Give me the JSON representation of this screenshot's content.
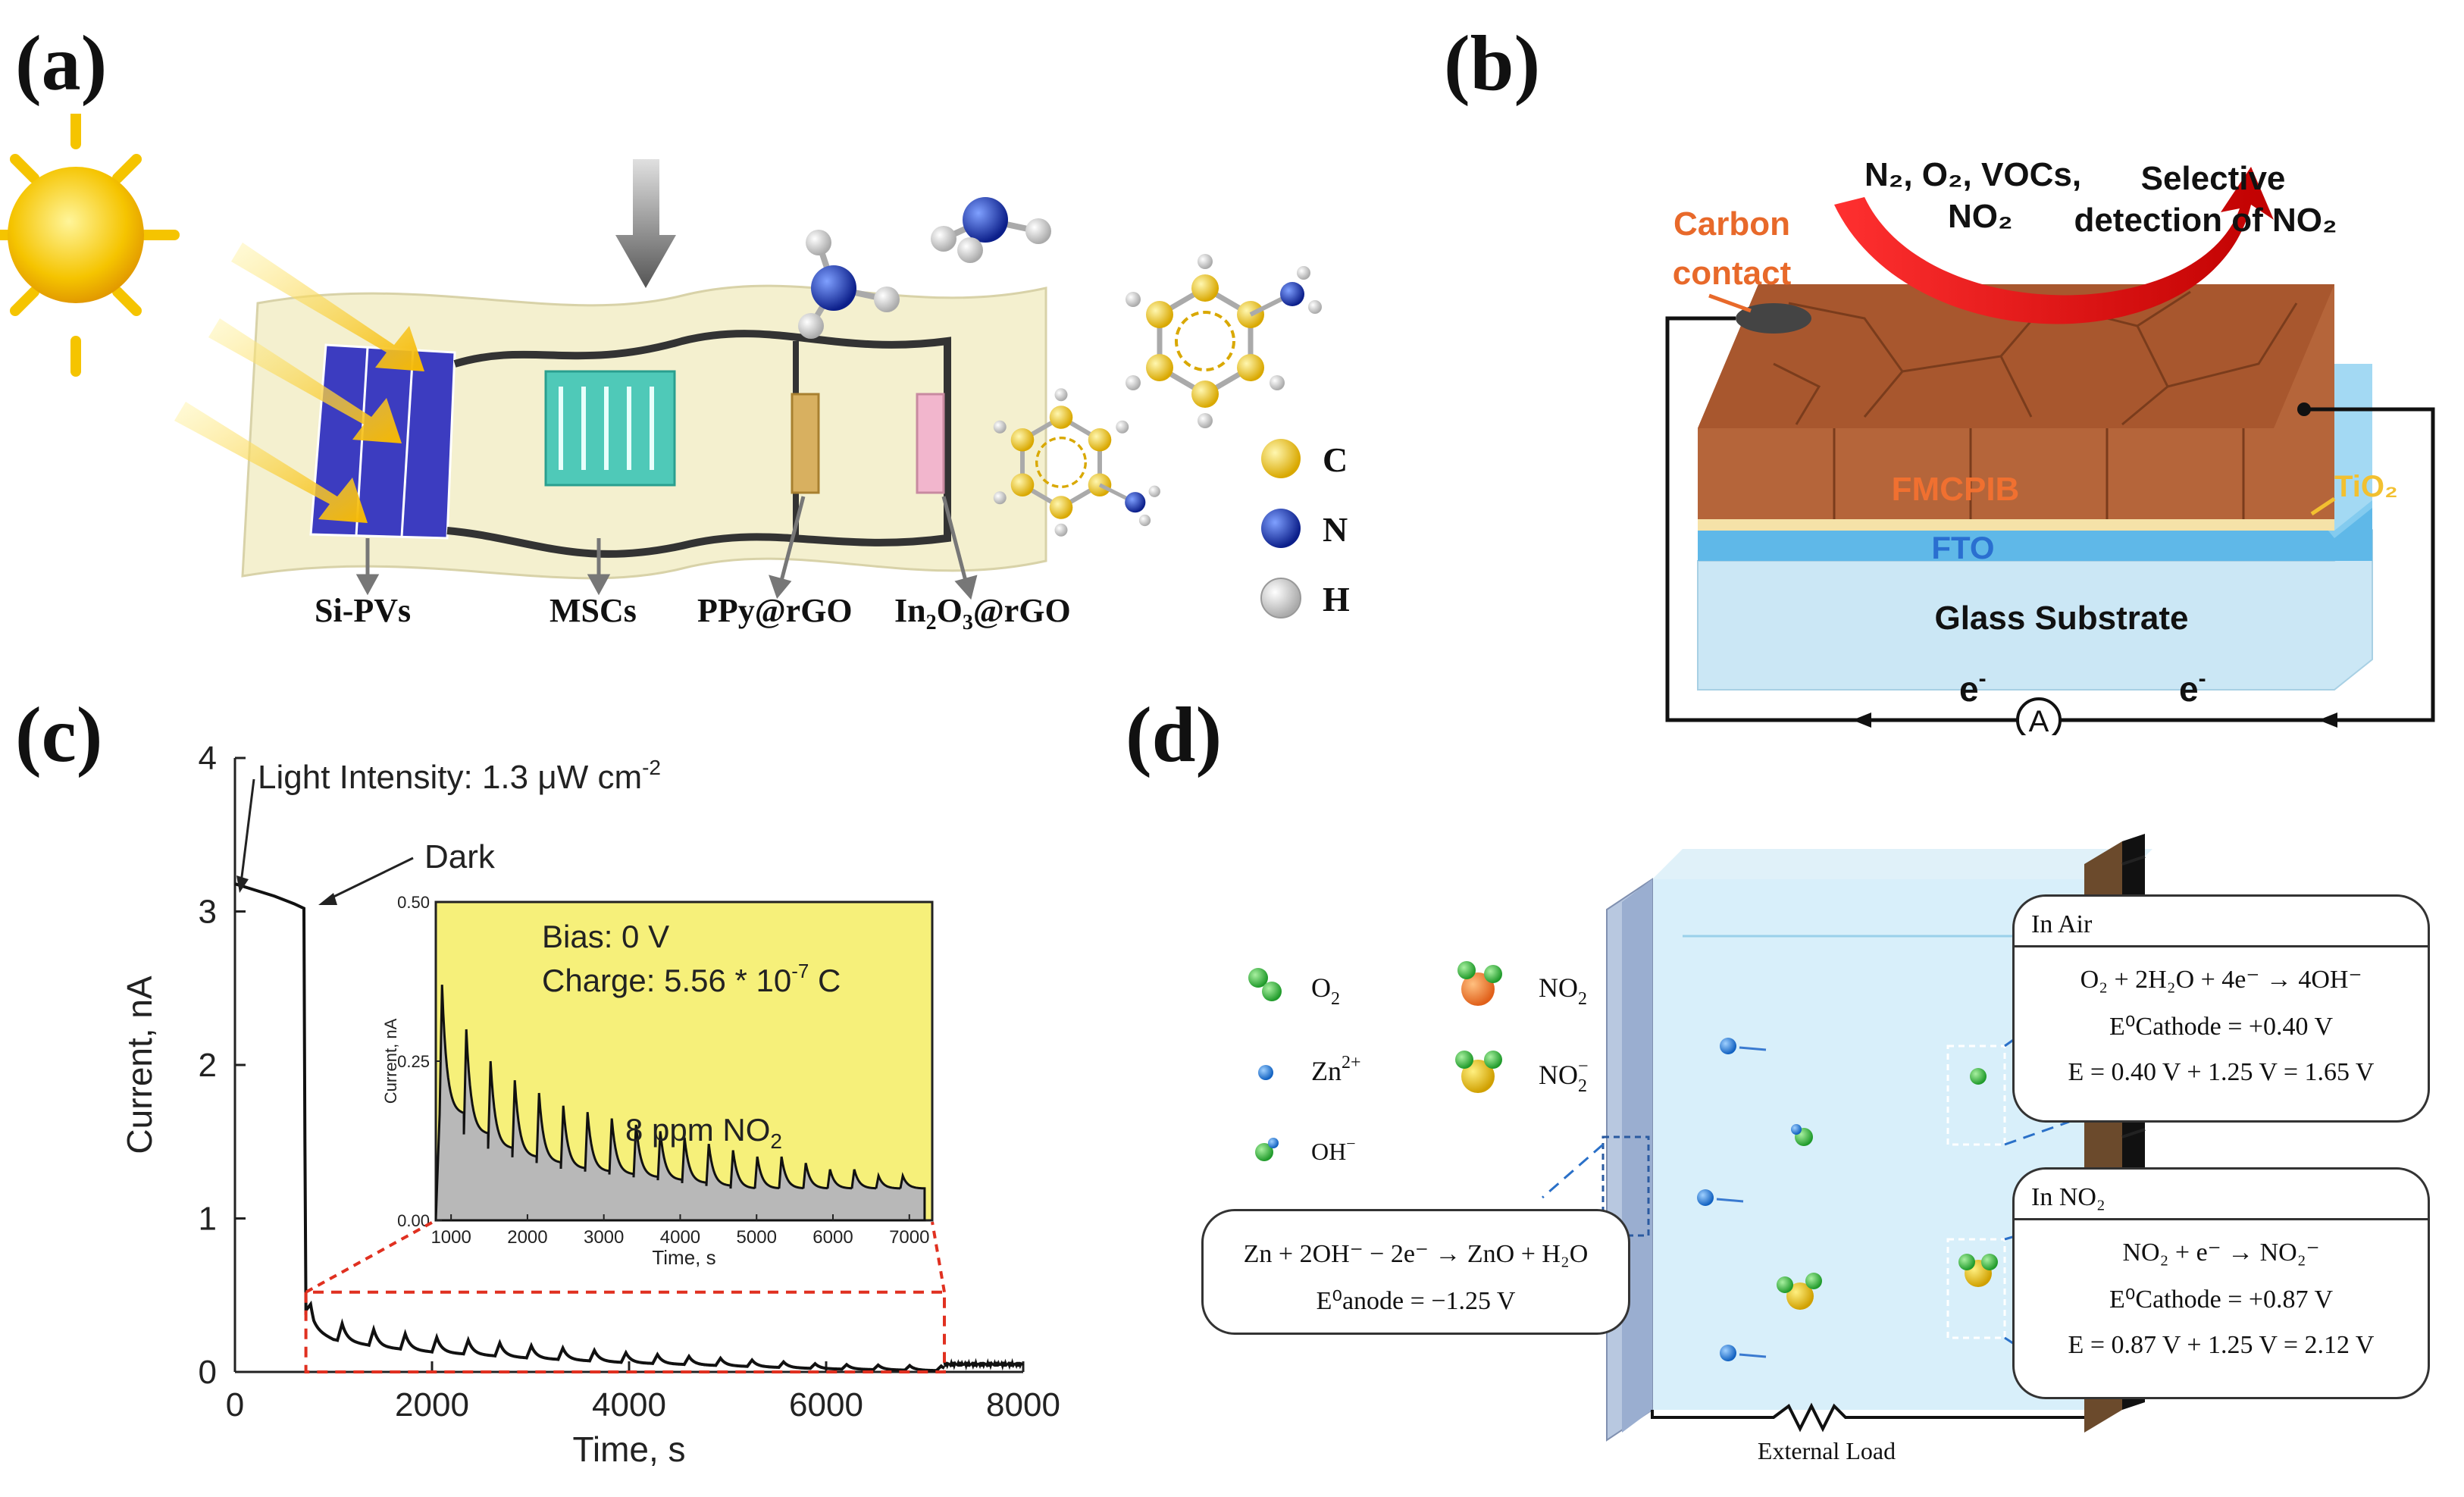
{
  "panels": {
    "a": "(a)",
    "b": "(b)",
    "c": "(c)",
    "d": "(d)"
  },
  "panel_a": {
    "labels": [
      "Si-PVs",
      "MSCs",
      "PPy@rGO"
    ],
    "in_label": {
      "base": "In",
      "sub": "2",
      "mid": "O",
      "sub2": "3",
      "tail": "@rGO"
    },
    "legend": [
      {
        "symbol": "C",
        "color": "#f3d21a"
      },
      {
        "symbol": "N",
        "color": "#1a35b8"
      },
      {
        "symbol": "H",
        "color": "#e8e8e8"
      }
    ]
  },
  "panel_b": {
    "gases": "N₂, O₂, VOCs,",
    "gases2": "NO₂",
    "selective": "Selective",
    "detection": "detection of NO₂",
    "carbon1": "Carbon",
    "carbon2": "contact",
    "fmcpib": "FMCPIB",
    "tio2": "TiO₂",
    "fto": "FTO",
    "glass": "Glass Substrate",
    "electron": "e",
    "electron_sup": "-",
    "ammeter": "A"
  },
  "panel_c": {
    "light_intensity": "Light Intensity: 1.3 μW cm",
    "light_sup": "-2",
    "dark": "Dark",
    "bias": "Bias: 0 V",
    "charge": "Charge: 5.56 * 10",
    "charge_sup": "-7",
    "charge_tail": " C",
    "conc": "8 ppm NO",
    "conc_sub": "2"
  },
  "panel_d": {
    "legend": {
      "o2": "O",
      "o2_sub": "2",
      "no2": "NO",
      "no2_sub": "2",
      "zn": "Zn",
      "zn_sup": "2+",
      "no2m": "NO",
      "no2m_sub": "2",
      "no2m_sup": "−",
      "oh": "OH",
      "oh_sup": "−"
    },
    "anode_eq": "Zn + 2OH⁻ − 2e⁻ → ZnO + H₂O",
    "anode_pot": "E⁰anode = −1.25 V",
    "air_hdr": "In Air",
    "air_eq": "O₂ + 2H₂O + 4e⁻ → 4OH⁻",
    "air_pot": "E⁰Cathode = +0.40 V",
    "air_e": "E = 0.40 V + 1.25 V = 1.65 V",
    "no2_hdr": "In NO₂",
    "no2_eq": "NO₂ + e⁻ → NO₂⁻",
    "no2_pot": "E⁰Cathode = +0.87 V",
    "no2_e": "E = 0.87 V + 1.25 V = 2.12 V",
    "load": "External Load"
  },
  "chart_data": {
    "type": "line",
    "xlabel": "Time, s",
    "ylabel": "Current, nA",
    "xlim": [
      0,
      8000
    ],
    "ylim": [
      0,
      4
    ],
    "xticks": [
      0,
      2000,
      4000,
      6000,
      8000
    ],
    "yticks": [
      0,
      1,
      2,
      3,
      4
    ],
    "series": [
      {
        "x": [
          0,
          150,
          400,
          600,
          700,
          710,
          720,
          800,
          1000,
          1500,
          2000,
          3000,
          4000,
          5000,
          6000,
          7000,
          8000
        ],
        "y": [
          3.18,
          3.15,
          3.1,
          3.05,
          3.02,
          1.5,
          0.45,
          0.32,
          0.26,
          0.21,
          0.18,
          0.14,
          0.11,
          0.09,
          0.07,
          0.06,
          0.05
        ]
      }
    ],
    "inset": {
      "xlabel": "Time, s",
      "ylabel": "Current, nA",
      "xlim": [
        800,
        7300
      ],
      "ylim": [
        0,
        0.5
      ],
      "xticks": [
        1000,
        2000,
        3000,
        4000,
        5000,
        6000,
        7000
      ],
      "yticks": [
        0.0,
        0.25,
        0.5
      ],
      "pulse_peaks": [
        0.37,
        0.3,
        0.25,
        0.22,
        0.2,
        0.18,
        0.17,
        0.16,
        0.15,
        0.14,
        0.13,
        0.12,
        0.11,
        0.1,
        0.1,
        0.09,
        0.08,
        0.08,
        0.07,
        0.07
      ]
    },
    "grid": false
  }
}
